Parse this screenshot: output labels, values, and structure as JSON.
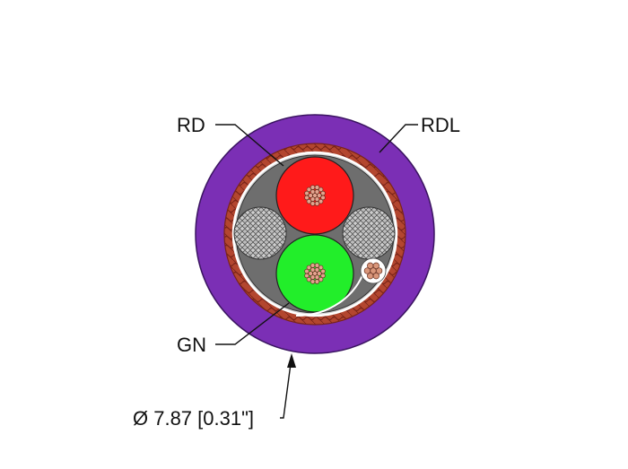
{
  "labels": {
    "rd": "RD",
    "rdl": "RDL",
    "gn": "GN",
    "diameter": "Ø 7.87 [0.31\"]"
  },
  "colors": {
    "jacket": "#7b2fb5",
    "jacket_outline": "#3a1460",
    "shield_braid": "#b3462f",
    "shield_braid_dark": "#7a2418",
    "inner_fill": "#6e6e6e",
    "foil": "#d8d8d8",
    "core_red": "#ff1a1a",
    "core_green": "#22ee2a",
    "filler": "#c9c9c9",
    "conductor": "#e3a38e",
    "drain_wire": "#d9967a"
  }
}
